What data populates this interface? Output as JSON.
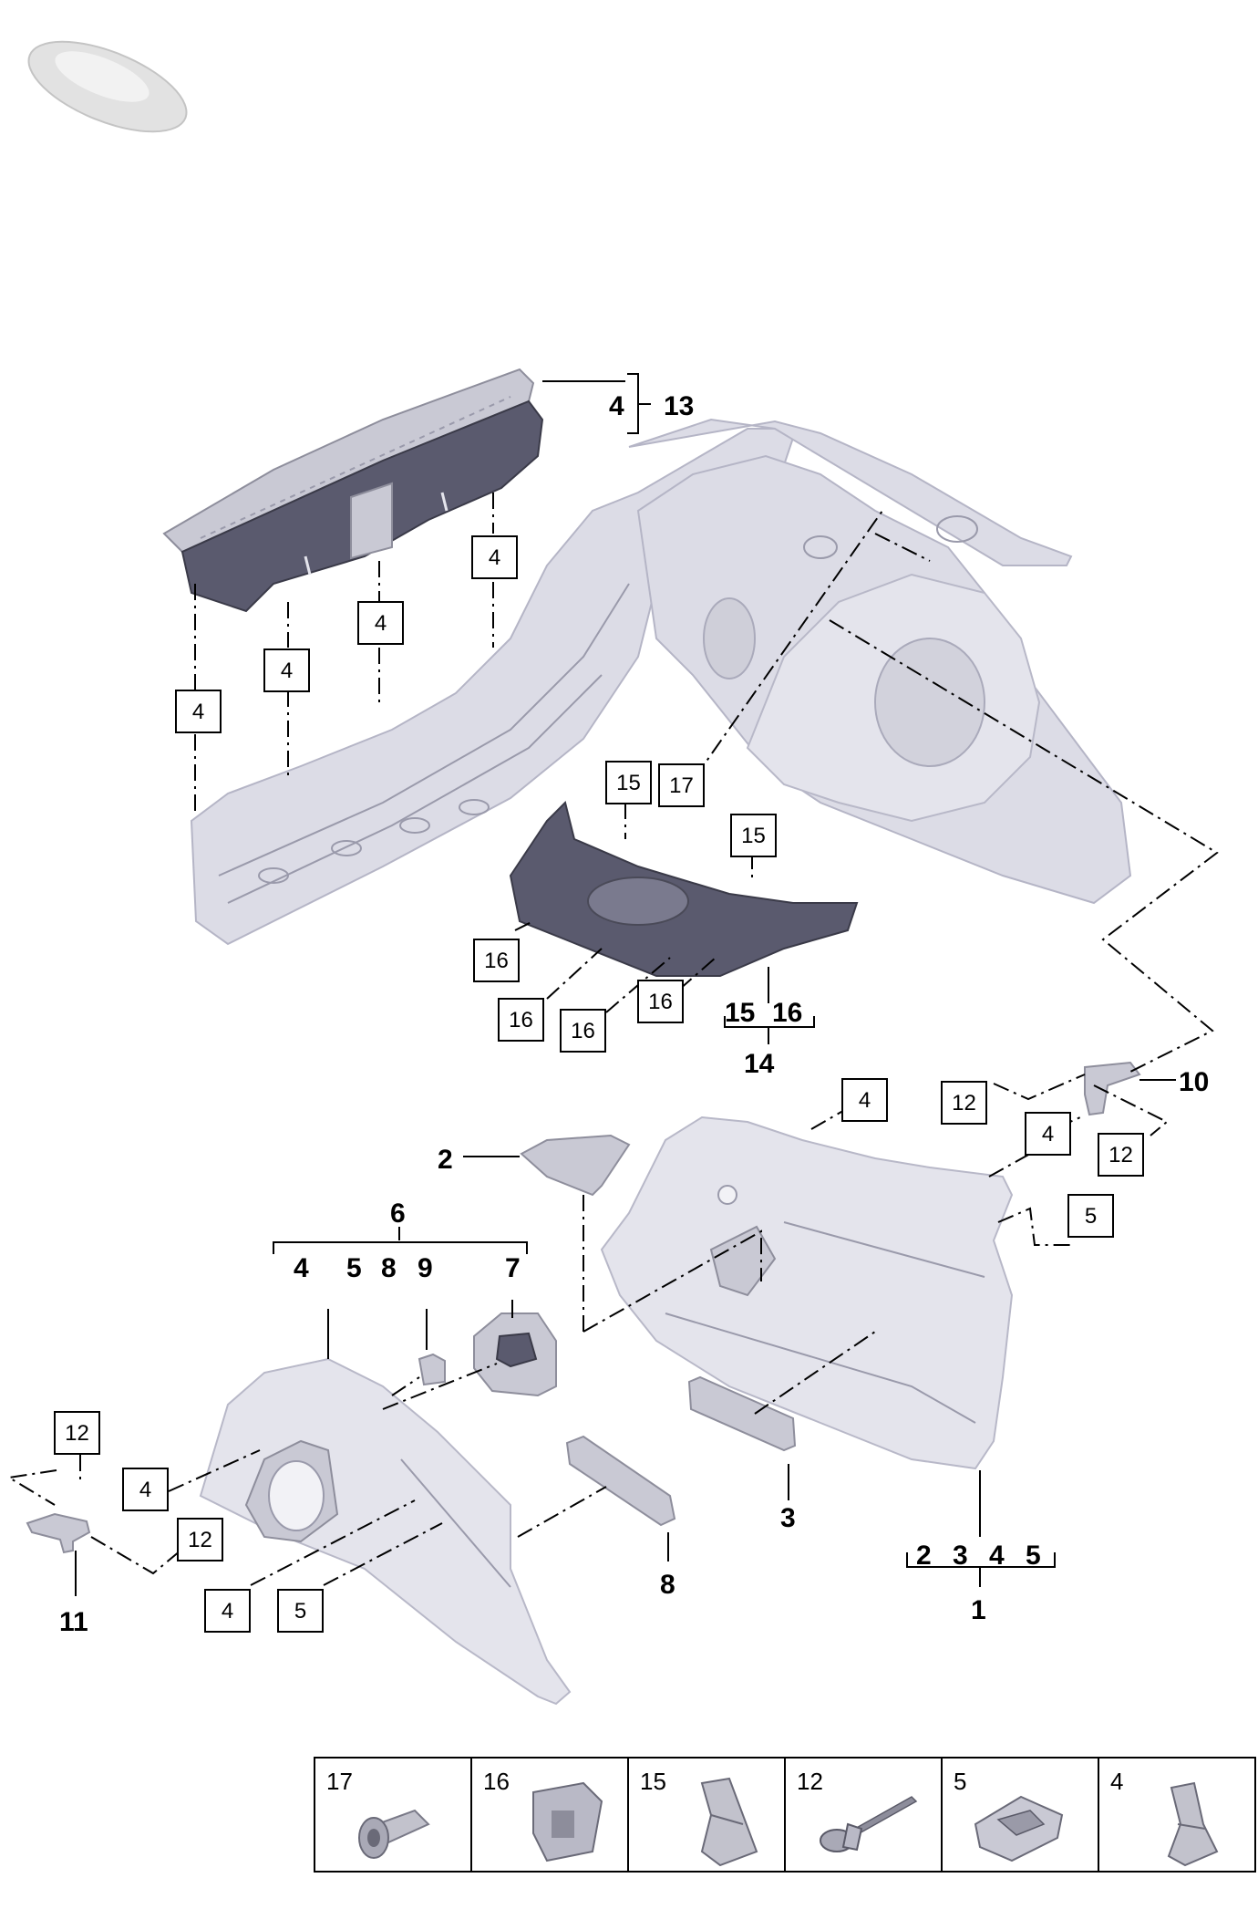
{
  "diagram": {
    "callouts": {
      "c_4_13_a": "4",
      "c_4_13_b": "13",
      "c_14": "14",
      "c_15": "15",
      "c_16": "16",
      "c_10": "10",
      "c_2": "2",
      "c_6": "6",
      "c_g6_4": "4",
      "c_g6_5": "5",
      "c_g6_8": "8",
      "c_g6_9": "9",
      "c_g6_7": "7",
      "c_3": "3",
      "c_8": "8",
      "c_11": "11",
      "c_g1_2": "2",
      "c_g1_3": "3",
      "c_g1_4": "4",
      "c_g1_5": "5",
      "c_1": "1"
    },
    "boxed": {
      "b1": "4",
      "b2": "4",
      "b3": "4",
      "b4": "4",
      "b5": "15",
      "b6": "17",
      "b7": "15",
      "b8": "16",
      "b9": "16",
      "b10": "16",
      "b11": "16",
      "b12": "12",
      "b13": "4",
      "b14": "4",
      "b15": "12",
      "b16": "5",
      "b17": "12",
      "b18": "4",
      "b19": "12",
      "b20": "4",
      "b21": "5"
    },
    "legend": [
      "17",
      "16",
      "15",
      "12",
      "5",
      "4"
    ]
  },
  "colors": {
    "line": "#000000",
    "part_light": "#e4e4ec",
    "part_dark": "#5a5a6e"
  }
}
